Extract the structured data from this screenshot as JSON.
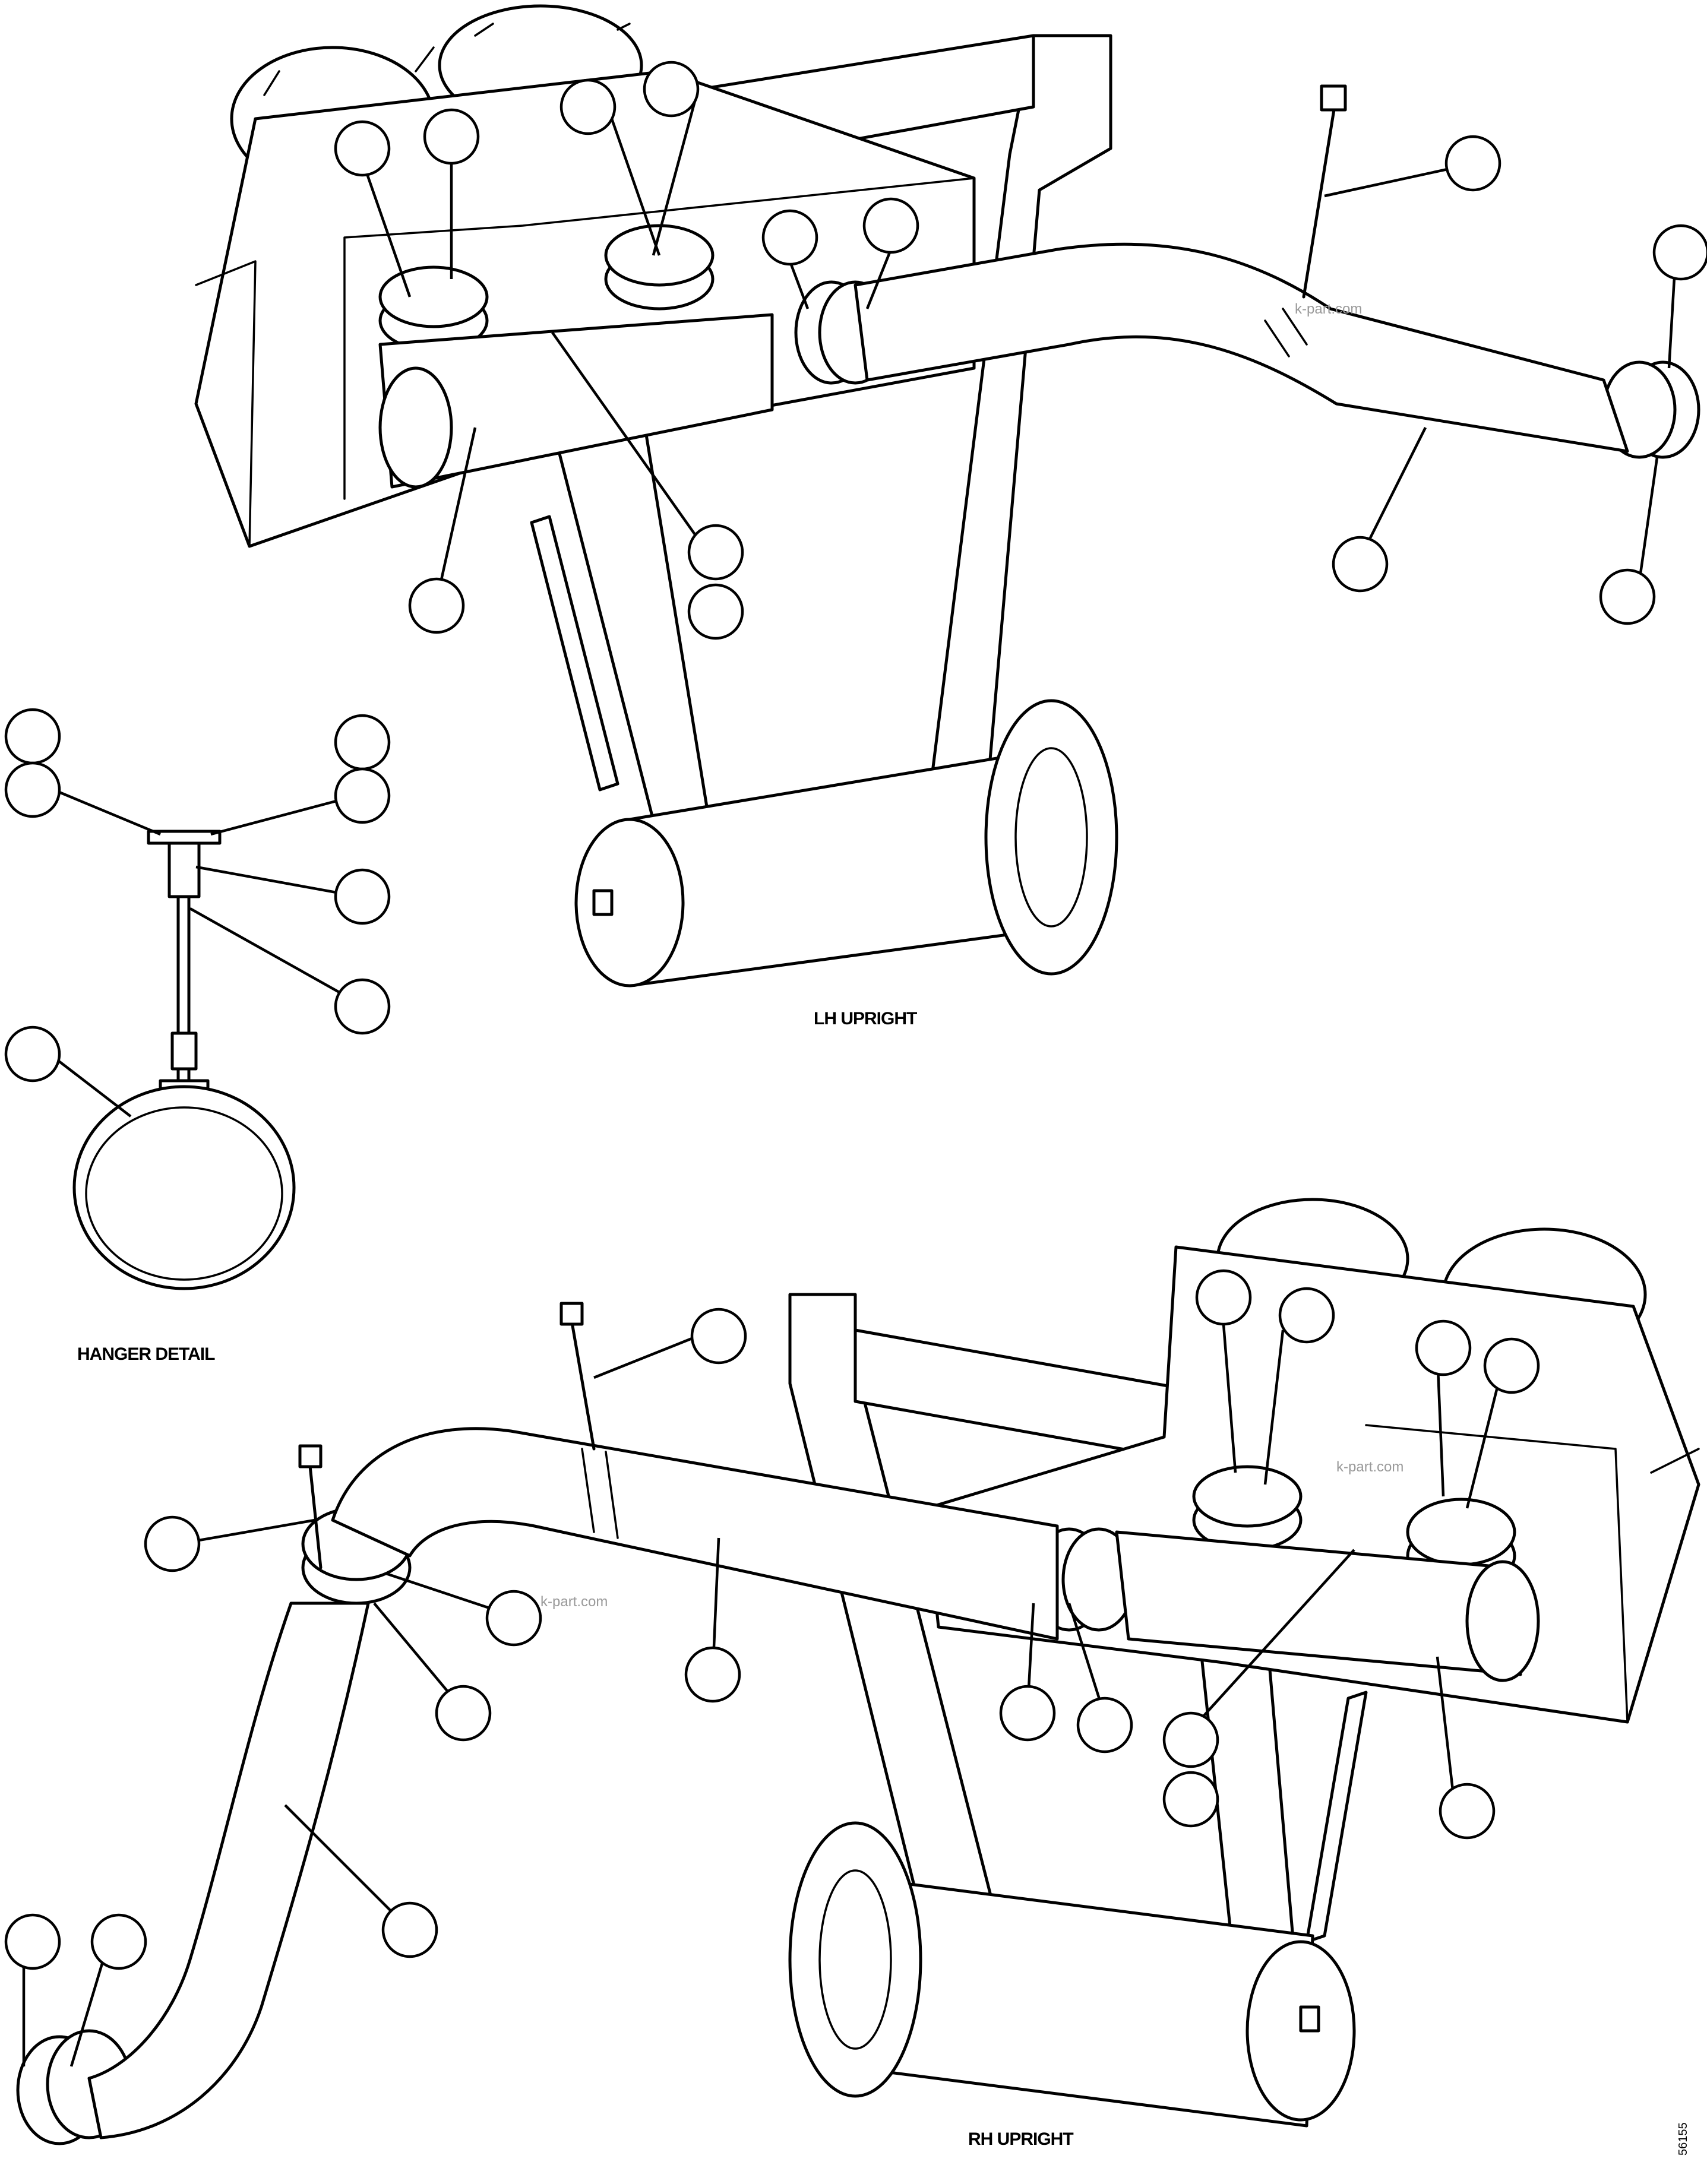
{
  "views": {
    "lh_upright": "LH UPRIGHT",
    "hanger_detail": "HANGER DETAIL",
    "rh_upright": "RH UPRIGHT"
  },
  "watermark": "k-part.com",
  "drawing_number": "56155"
}
